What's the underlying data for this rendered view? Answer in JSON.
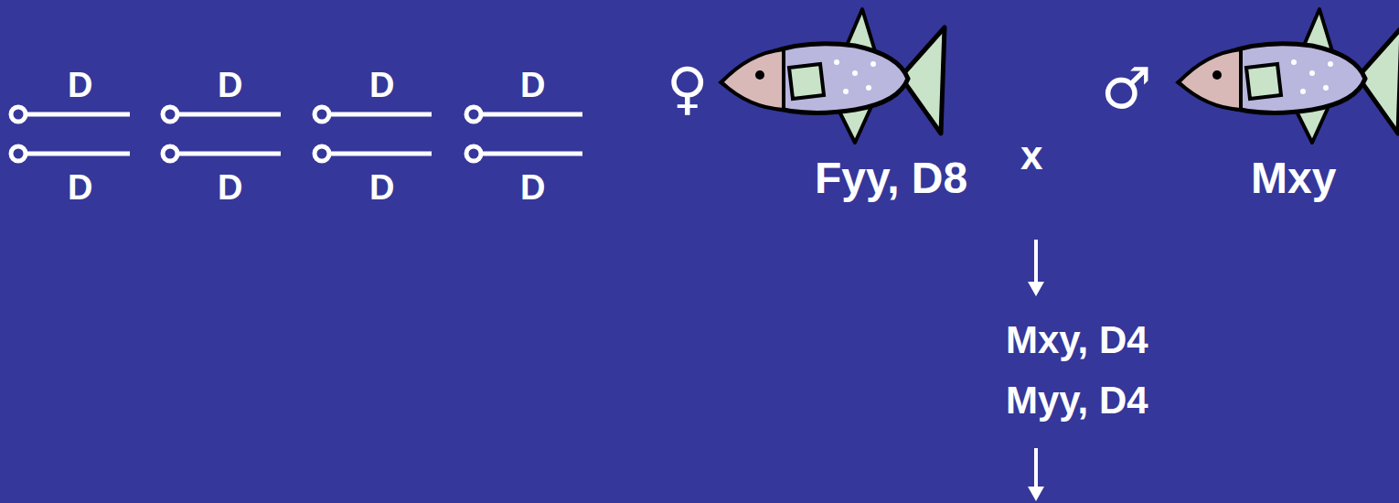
{
  "diagram": {
    "labels": [
      "D",
      "D",
      "D",
      "D",
      "♀",
      "♂",
      "D",
      "D",
      "D",
      "D",
      "Fyy, D8",
      "x",
      "Mxy",
      "Mxy, D4",
      "Myy, D4"
    ]
  }
}
